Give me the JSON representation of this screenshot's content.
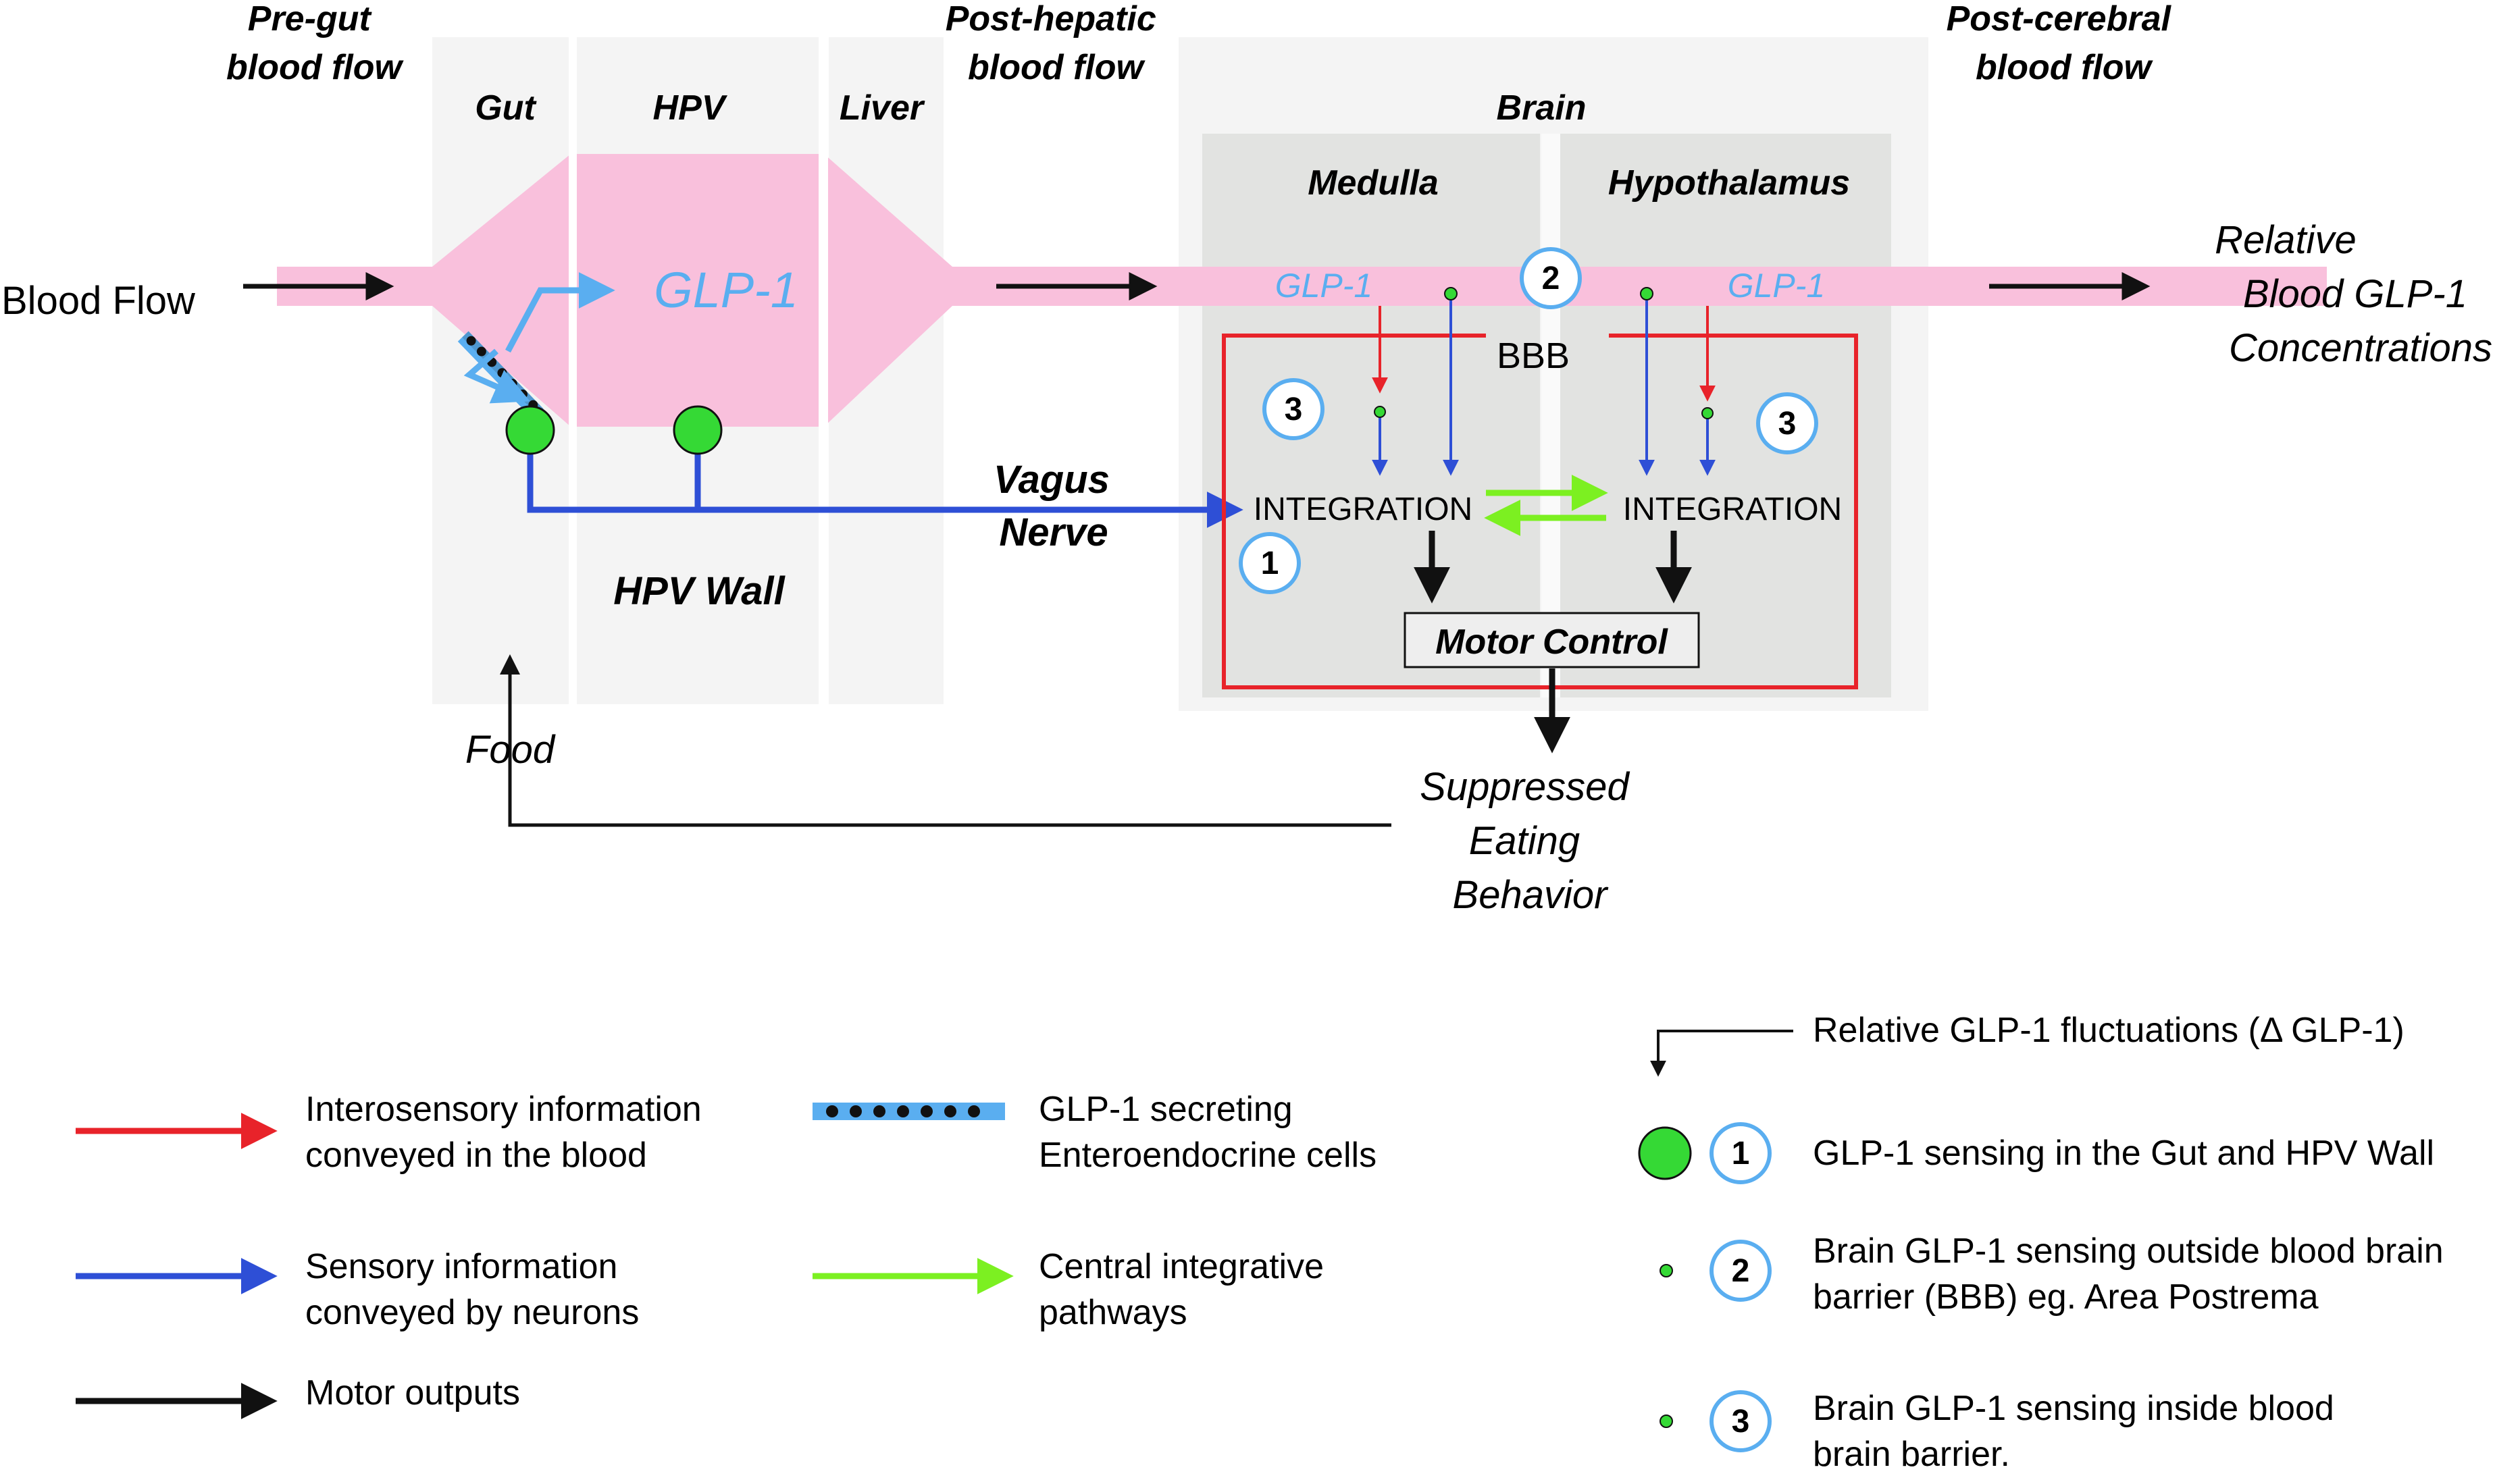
{
  "headers": {
    "pre_gut": [
      "Pre-gut",
      "blood flow"
    ],
    "post_hepatic": [
      "Post-hepatic",
      "blood flow"
    ],
    "post_cerebral": [
      "Post-cerebral",
      "blood flow"
    ],
    "gut": "Gut",
    "hpv": "HPV",
    "liver": "Liver",
    "brain": "Brain",
    "medulla": "Medulla",
    "hypothalamus": "Hypothalamus"
  },
  "flow": {
    "blood_flow": "Blood Flow",
    "glp1_gut": "GLP-1",
    "glp1_medulla": "GLP-1",
    "glp1_hypothalamus": "GLP-1",
    "relative": [
      "Relative",
      "Blood GLP-1",
      "Concentrations"
    ],
    "bbb": "BBB",
    "vagus": [
      "Vagus",
      "Nerve"
    ],
    "hpv_wall": "HPV Wall",
    "integration_left": "INTEGRATION",
    "integration_right": "INTEGRATION",
    "motor_control": "Motor Control",
    "food": "Food",
    "suppressed": [
      "Suppressed",
      "Eating",
      "Behavior"
    ]
  },
  "badges": {
    "one": "1",
    "two": "2",
    "three": "3"
  },
  "legend": {
    "red": [
      "Interosensory information",
      "conveyed in the blood"
    ],
    "blue": [
      "Sensory information",
      "conveyed by neurons"
    ],
    "black": "Motor outputs",
    "cells": [
      "GLP-1 secreting",
      "Enteroendocrine cells"
    ],
    "green": [
      "Central integrative",
      "pathways"
    ],
    "fluctuations": "Relative GLP-1 fluctuations (Δ GLP-1)",
    "sensing_1": "GLP-1 sensing in the Gut and HPV Wall",
    "sensing_2": [
      "Brain GLP-1 sensing outside blood brain",
      "barrier (BBB) eg. Area Postrema"
    ],
    "sensing_3": [
      "Brain GLP-1 sensing inside blood",
      "brain barrier."
    ]
  },
  "colors": {
    "blood": "#f9c0dc",
    "panel": "#f4f4f4",
    "brain_inner": "#e2e3e1",
    "red": "#e8232a",
    "blue": "#2e4fd6",
    "light_blue": "#5aaef0",
    "green": "#7cf021",
    "green_dot": "#35d935",
    "black": "#111111"
  }
}
